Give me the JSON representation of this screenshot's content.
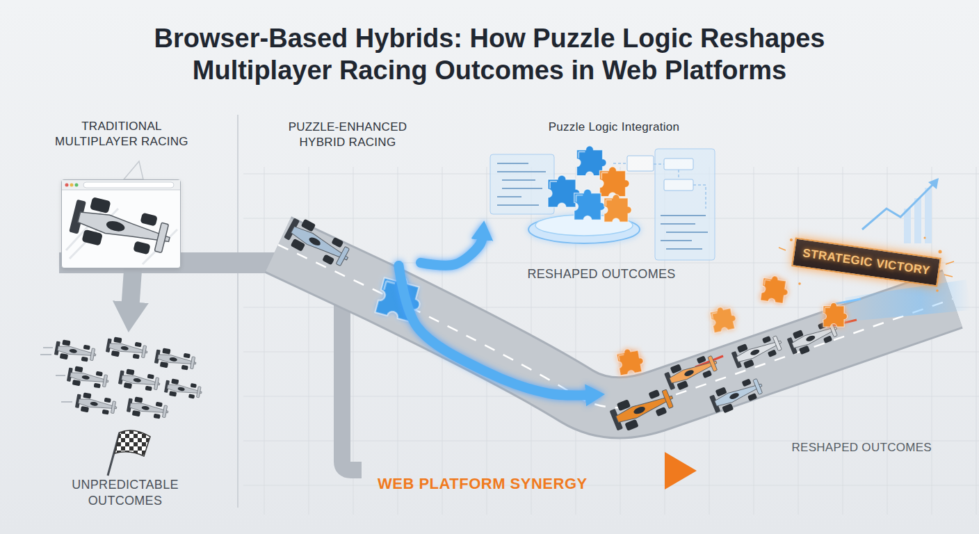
{
  "diagram": {
    "title": "Browser-Based Hybrids: How Puzzle Logic Reshapes Multiplayer Racing Outcomes in Web Platforms",
    "nodes": [
      {
        "text": [
          "TRADITIONAL MULTIPLAYER RACING"
        ]
      },
      {
        "text": [
          "UNPREDICTABLE OUTCOMES"
        ]
      },
      {
        "text": [
          "PUZZLE-ENHANCED HYBRID RACING"
        ]
      },
      {
        "text": [
          "Puzzle Logic Integration",
          "RESHAPED OUTCOMES"
        ]
      },
      {
        "text": [
          "STRATEGIC VICTORY"
        ]
      },
      {
        "text": [
          "RESHAPED OUTCOMES"
        ]
      }
    ],
    "edges": [
      {
        "from": 0,
        "to": 1,
        "arrow": "to"
      },
      {
        "from": 2,
        "to": 3,
        "arrow": "to"
      },
      {
        "from": 2,
        "to": 5,
        "arrow": "to"
      }
    ],
    "labels": [
      "WEB PLATFORM SYNERGY"
    ]
  }
}
